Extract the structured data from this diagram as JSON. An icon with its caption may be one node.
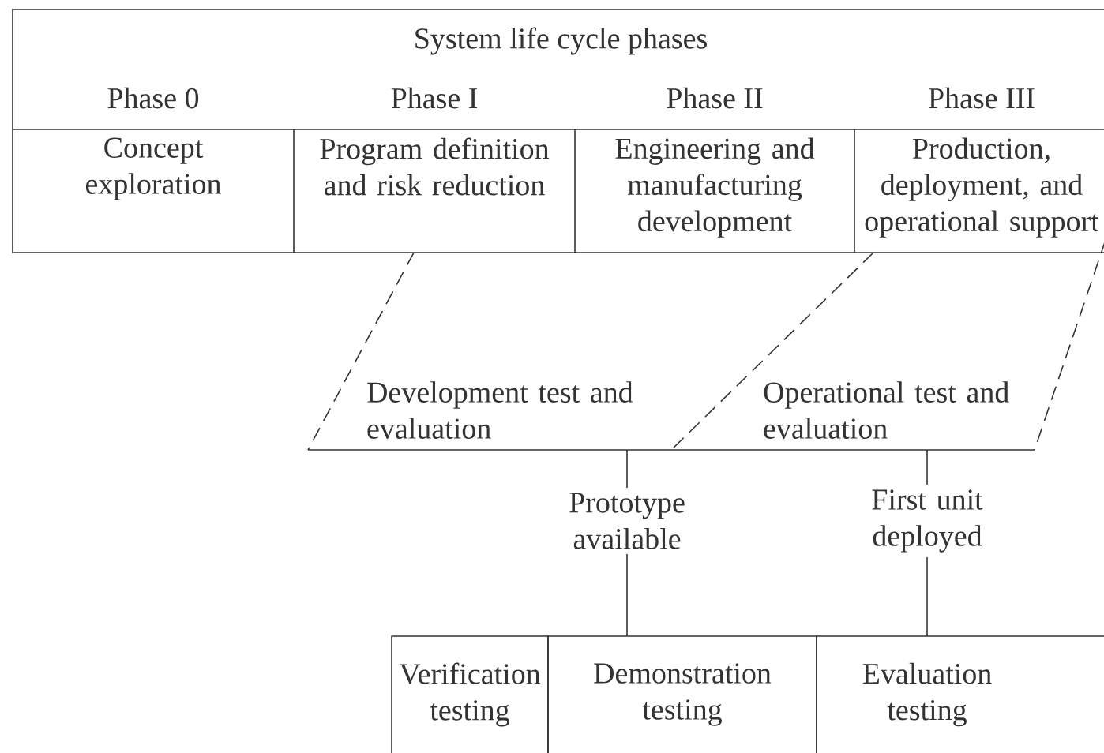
{
  "diagram": {
    "nodes": [
      {
        "text": [
          "System life cycle phases"
        ]
      },
      {
        "text": [
          "Phase 0",
          "Concept exploration"
        ],
        "in": 0
      },
      {
        "text": [
          "Phase I",
          "Program definition and risk reduction"
        ],
        "in": 0
      },
      {
        "text": [
          "Phase II",
          "Engineering and manufacturing development"
        ],
        "in": 0
      },
      {
        "text": [
          "Phase III",
          "Production, deployment, and operational support"
        ],
        "in": 0
      },
      {
        "text": [
          "Development test and evaluation"
        ]
      },
      {
        "text": [
          "Operational test and evaluation"
        ]
      },
      {
        "text": [
          "Prototype available"
        ]
      },
      {
        "text": [
          "First unit deployed"
        ]
      },
      {
        "text": [
          "Verification testing"
        ]
      },
      {
        "text": [
          "Demonstration testing"
        ]
      },
      {
        "text": [
          "Evaluation testing"
        ]
      }
    ],
    "edges": [
      {
        "from": 5,
        "to": 7,
        "arrow": "none"
      },
      {
        "from": 7,
        "to": 10,
        "arrow": "none"
      },
      {
        "from": 6,
        "to": 8,
        "arrow": "none"
      },
      {
        "from": 8,
        "to": 11,
        "arrow": "none"
      }
    ]
  }
}
